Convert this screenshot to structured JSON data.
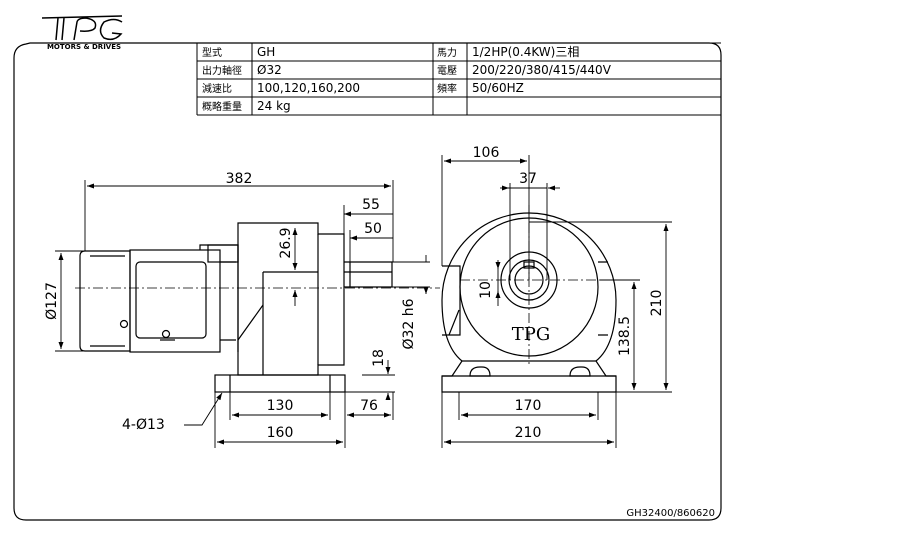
{
  "logo": {
    "letters": "TPG",
    "caption": "MOTORS & DRIVES"
  },
  "spec_table": {
    "rows": [
      {
        "left_label": "型式",
        "left_value": "GH",
        "right_label": "馬力",
        "right_value": "1/2HP(0.4KW)三相"
      },
      {
        "left_label": "出力軸徑",
        "left_value": "Ø32",
        "right_label": "電壓",
        "right_value": "200/220/380/415/440V"
      },
      {
        "left_label": "減速比",
        "left_value": "100,120,160,200",
        "right_label": "頻率",
        "right_value": "50/60HZ"
      },
      {
        "left_label": "概略重量",
        "left_value": "24 kg",
        "right_label": "",
        "right_value": ""
      }
    ]
  },
  "side_view": {
    "dims": {
      "overall_length": "382",
      "shaft_55": "55",
      "shaft_50": "50",
      "height_26_9": "26.9",
      "motor_dia": "Ø127",
      "shaft_dia": "Ø32 h6",
      "base_18": "18",
      "base_130": "130",
      "base_76": "76",
      "base_160": "160",
      "holes": "4-Ø13"
    }
  },
  "front_view": {
    "brand": "TPG",
    "dims": {
      "width_106": "106",
      "width_37": "37",
      "key_10": "10",
      "height_210": "210",
      "height_138_5": "138.5",
      "base_170": "170",
      "base_210": "210"
    }
  },
  "drawing_number": "GH32400/860620"
}
